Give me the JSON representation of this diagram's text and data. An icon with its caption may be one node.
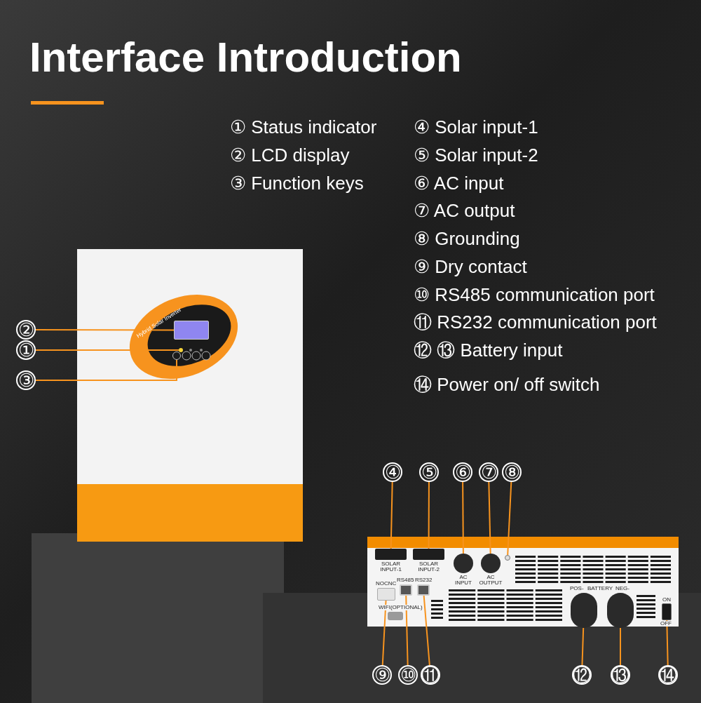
{
  "diagram": {
    "title": "Interface Introduction",
    "nodes": [
      {
        "text": [
          "②"
        ]
      },
      {
        "text": [
          "①"
        ]
      },
      {
        "text": [
          "③"
        ]
      },
      {
        "text": [
          "④"
        ]
      },
      {
        "text": [
          "⑤"
        ]
      },
      {
        "text": [
          "⑥"
        ]
      },
      {
        "text": [
          "⑦"
        ]
      },
      {
        "text": [
          "⑧"
        ]
      },
      {
        "text": [
          "⑨"
        ]
      },
      {
        "text": [
          "⑩"
        ]
      },
      {
        "text": [
          "⑪"
        ]
      },
      {
        "text": [
          "⑫"
        ]
      },
      {
        "text": [
          "⑬"
        ]
      },
      {
        "text": [
          "⑭"
        ]
      },
      {
        "text": [],
        "shape": "box"
      },
      {
        "text": [],
        "shape": "circle"
      },
      {
        "text": [],
        "shape": "circle"
      },
      {
        "text": [],
        "shape": "box"
      },
      {
        "text": [],
        "shape": "box"
      },
      {
        "text": [],
        "shape": "circle"
      },
      {
        "text": [],
        "shape": "circle"
      },
      {
        "text": [],
        "shape": "circle"
      },
      {
        "text": [],
        "shape": "box"
      },
      {
        "text": [],
        "shape": "box"
      },
      {
        "text": [],
        "shape": "box"
      },
      {
        "text": [],
        "shape": "circle"
      },
      {
        "text": [],
        "shape": "circle"
      },
      {
        "text": [],
        "shape": "box"
      }
    ],
    "edges": [
      {
        "from": 0,
        "to": 14,
        "arrow": "none"
      },
      {
        "from": 1,
        "to": 15,
        "arrow": "none"
      },
      {
        "from": 2,
        "to": 16,
        "arrow": "none"
      },
      {
        "from": 3,
        "to": 17,
        "arrow": "none"
      },
      {
        "from": 4,
        "to": 18,
        "arrow": "none"
      },
      {
        "from": 5,
        "to": 19,
        "arrow": "none"
      },
      {
        "from": 6,
        "to": 20,
        "arrow": "none"
      },
      {
        "from": 7,
        "to": 21,
        "arrow": "none"
      },
      {
        "from": 8,
        "to": 22,
        "arrow": "none"
      },
      {
        "from": 9,
        "to": 23,
        "arrow": "none"
      },
      {
        "from": 10,
        "to": 24,
        "arrow": "none"
      },
      {
        "from": 11,
        "to": 25,
        "arrow": "none"
      },
      {
        "from": 12,
        "to": 26,
        "arrow": "none"
      },
      {
        "from": 13,
        "to": 27,
        "arrow": "none"
      }
    ],
    "labels": [
      "① Status indicator",
      "② LCD display",
      "③ Function keys",
      "④ Solar input-1",
      "⑤ Solar input-2",
      "⑥ AC input",
      "⑦ AC output",
      "⑧ Grounding",
      "⑨ Dry contact",
      "⑩ RS485 communication port",
      "⑪ RS232 communication port",
      "⑫ ⑬ Battery input",
      "⑭ Power on/ off switch",
      "Hybrid Solar Inverter",
      "SOLAR INPUT-1",
      "SOLAR INPUT-2",
      "AC INPUT",
      "AC OUTPUT",
      "NOCNC",
      "RS485",
      "RS232",
      "WIFI(OPTIONAL)",
      "POS-",
      "BATTERY",
      "NEG-",
      "ON",
      "OFF"
    ]
  }
}
